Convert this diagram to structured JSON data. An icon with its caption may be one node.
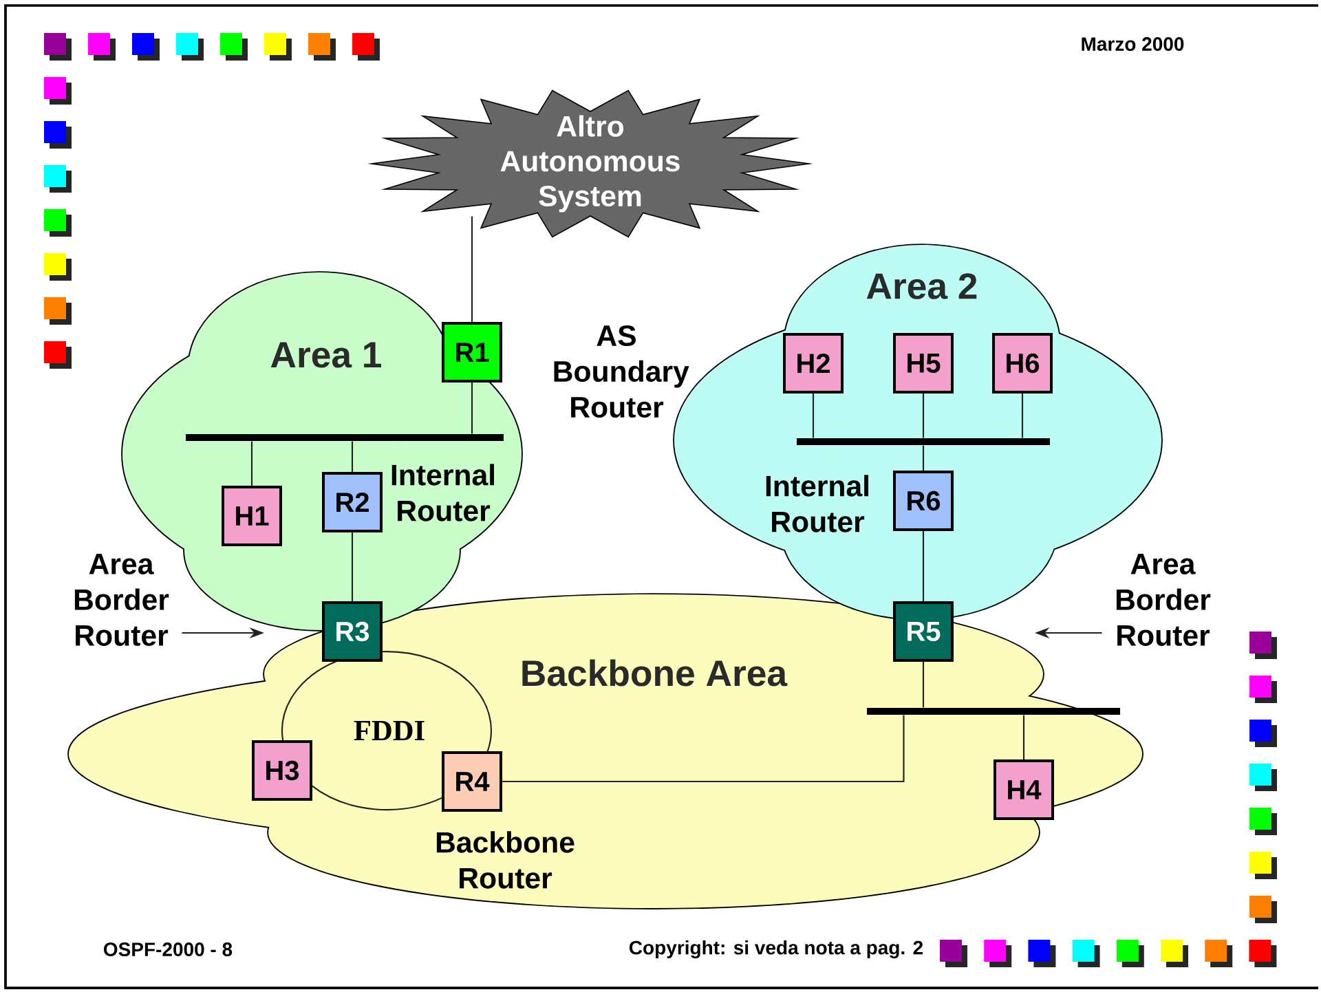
{
  "diagram": {
    "nodes": [
      {
        "text": [
          "Altro Autonomous System"
        ]
      },
      {
        "text": [
          "Area 1"
        ]
      },
      {
        "text": [
          "Area 2"
        ]
      },
      {
        "text": [
          "Backbone Area"
        ]
      },
      {
        "text": [
          "R1"
        ],
        "beside": [
          "AS Boundary Router"
        ]
      },
      {
        "text": [],
        "shape": "bar",
        "in": 1
      },
      {
        "text": [
          "H1"
        ],
        "in": 1
      },
      {
        "text": [
          "R2"
        ],
        "in": 1,
        "beside": [
          "Internal Router"
        ]
      },
      {
        "text": [
          "R3"
        ]
      },
      {
        "text": [
          "H2"
        ],
        "in": 2
      },
      {
        "text": [
          "H5"
        ],
        "in": 2
      },
      {
        "text": [
          "H6"
        ],
        "in": 2
      },
      {
        "text": [],
        "shape": "bar",
        "in": 2
      },
      {
        "text": [
          "R6"
        ],
        "in": 2,
        "beside": [
          "Internal Router"
        ]
      },
      {
        "text": [
          "R5"
        ]
      },
      {
        "text": [],
        "shape": "bar",
        "in": 3
      },
      {
        "text": [
          "H3"
        ],
        "in": 3
      },
      {
        "text": [
          "R4"
        ],
        "in": 3,
        "beside": [
          "Backbone Router"
        ]
      },
      {
        "text": [
          "H4"
        ],
        "in": 3
      },
      {
        "text": [
          "Area Border Router"
        ]
      },
      {
        "text": [
          "Area Border Router"
        ]
      }
    ],
    "edges": [
      {
        "from": 0,
        "to": 4,
        "arrow": "none"
      },
      {
        "from": 4,
        "to": 5,
        "arrow": "none"
      },
      {
        "from": 5,
        "to": 6,
        "arrow": "none"
      },
      {
        "from": 5,
        "to": 7,
        "arrow": "none"
      },
      {
        "from": 7,
        "to": 8,
        "arrow": "none"
      },
      {
        "from": 9,
        "to": 12,
        "arrow": "none"
      },
      {
        "from": 10,
        "to": 12,
        "arrow": "none"
      },
      {
        "from": 11,
        "to": 12,
        "arrow": "none"
      },
      {
        "from": 12,
        "to": 13,
        "arrow": "none"
      },
      {
        "from": 13,
        "to": 14,
        "arrow": "none"
      },
      {
        "from": 14,
        "to": 15,
        "arrow": "none"
      },
      {
        "from": 15,
        "to": 17,
        "arrow": "none"
      },
      {
        "from": 15,
        "to": 18,
        "arrow": "none"
      },
      {
        "from": 8,
        "to": 16,
        "arrow": "none"
      },
      {
        "from": 16,
        "to": 17,
        "arrow": "none"
      },
      {
        "from": 17,
        "to": 8,
        "arrow": "none"
      },
      {
        "from": 19,
        "to": 1,
        "arrow": "to"
      },
      {
        "from": 20,
        "to": 3,
        "arrow": "to"
      }
    ],
    "labels": [
      "Marzo 2000",
      "FDDI",
      "OSPF-2000 - 8",
      "Copyright: si veda nota a pag. 2"
    ]
  }
}
